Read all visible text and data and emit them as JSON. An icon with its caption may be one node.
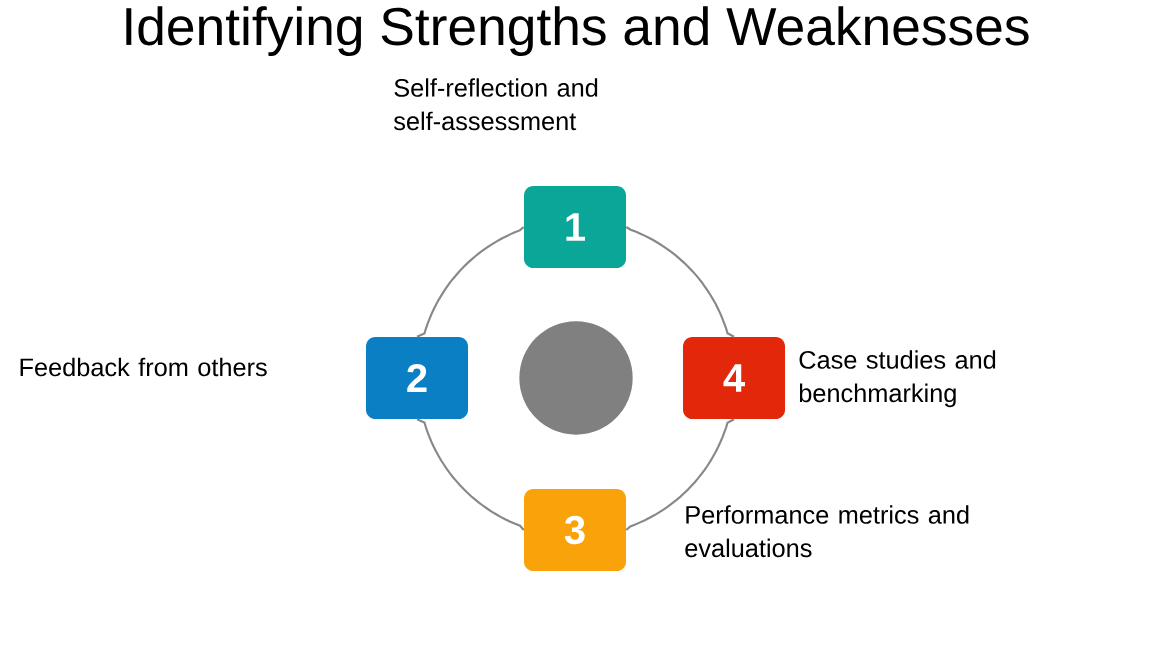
{
  "diagram": {
    "title": "Identifying Strengths and Weaknesses",
    "nodes": [
      {
        "text": [
          "1"
        ],
        "beside": [
          "Self-reflection and self-assessment"
        ]
      },
      {
        "text": [
          "2"
        ],
        "beside": [
          "Feedback from others"
        ]
      },
      {
        "text": [
          "3"
        ],
        "beside": [
          "Performance metrics and evaluations"
        ]
      },
      {
        "text": [
          "4"
        ],
        "beside": [
          "Case studies and benchmarking"
        ]
      },
      {
        "text": [],
        "shape": "circle"
      }
    ],
    "edges": [
      {
        "from": 0,
        "to": 1,
        "arrow": "none"
      },
      {
        "from": 1,
        "to": 2,
        "arrow": "none"
      },
      {
        "from": 2,
        "to": 3,
        "arrow": "none"
      },
      {
        "from": 3,
        "to": 0,
        "arrow": "none"
      }
    ]
  }
}
